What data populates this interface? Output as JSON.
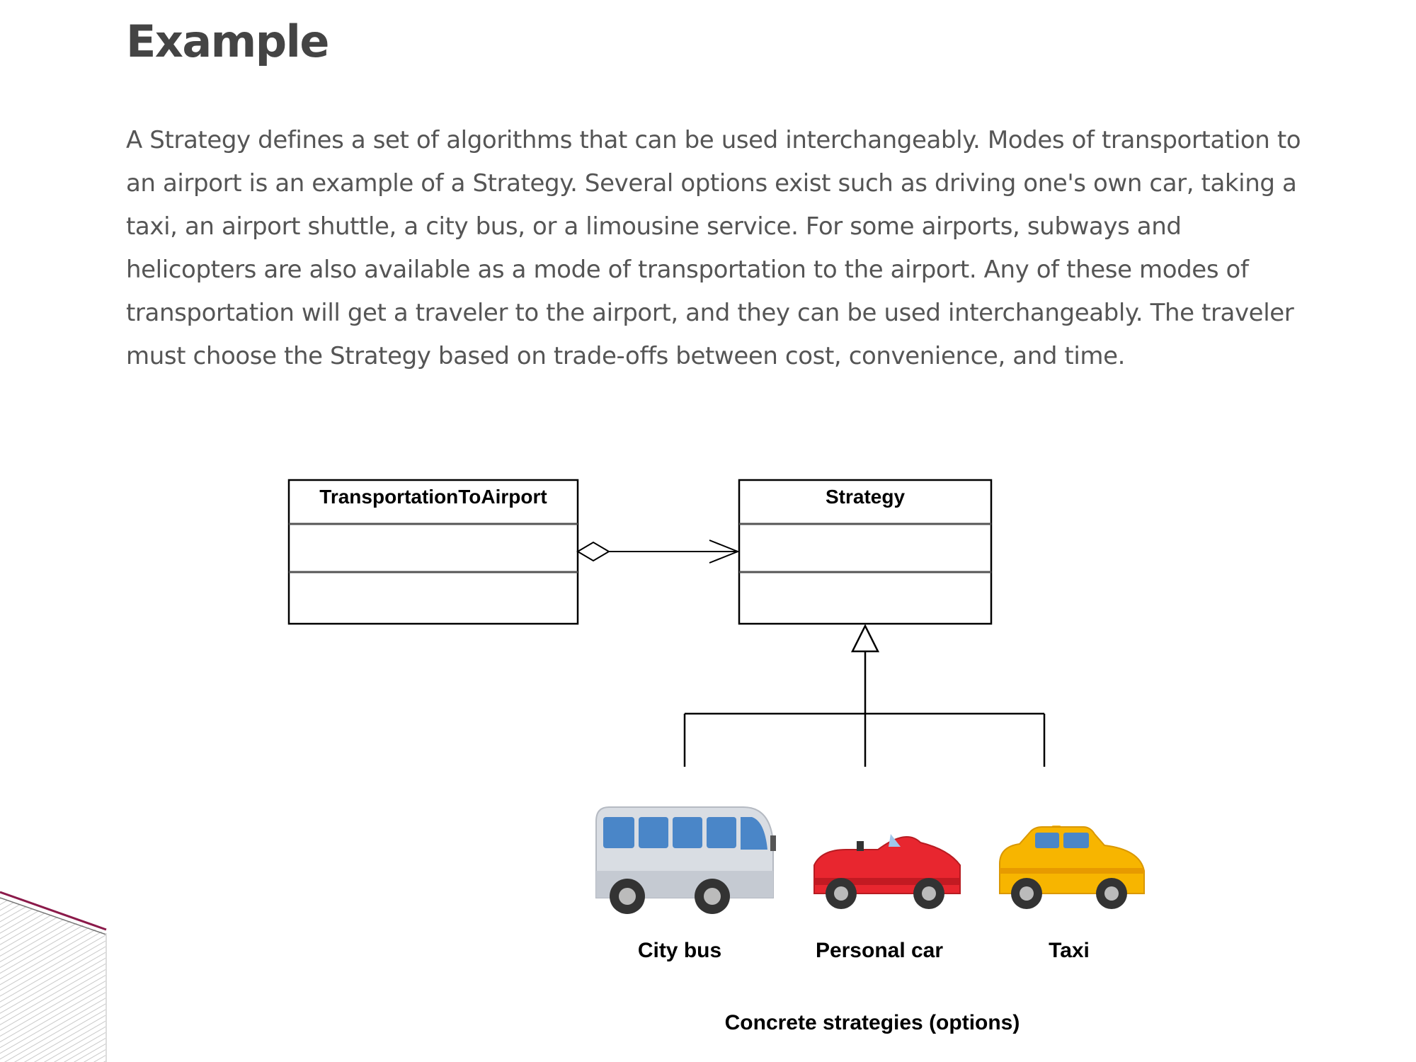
{
  "heading": "Example",
  "paragraph": "A Strategy defines a set of algorithms that can be used interchangeably. Modes of transportation to an airport is an example of a Strategy. Several options exist such as driving one's own car, taking a taxi, an airport shuttle, a city bus, or a limousine service. For some airports, subways and helicopters are also available as a mode of transportation to the airport. Any of these modes of transportation will get a traveler to the airport, and they can be used interchangeably. The traveler must choose the Strategy based on trade-offs between cost, convenience, and time.",
  "diagram": {
    "context_class": "TransportationToAirport",
    "strategy_class": "Strategy",
    "vehicles": [
      {
        "label": "City bus",
        "icon": "bus-icon"
      },
      {
        "label": "Personal car",
        "icon": "car-icon"
      },
      {
        "label": "Taxi",
        "icon": "taxi-icon"
      }
    ],
    "caption": "Concrete strategies (options)"
  },
  "colors": {
    "heading": "#444444",
    "text": "#555555",
    "bus_body": "#d9dde3",
    "bus_windows": "#4a86c8",
    "car_body": "#e8262f",
    "taxi_body": "#f7b500",
    "corner_accent": "#8b1a4a"
  }
}
